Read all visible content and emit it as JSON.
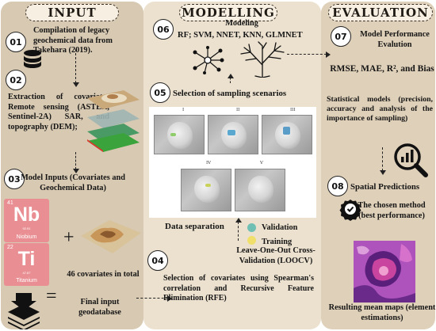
{
  "colors": {
    "input_panel": "#d8c9b2",
    "modelling_panel": "#ece1cf",
    "evaluation_panel": "#dfd0b9",
    "niobium_tile": "#e98f93",
    "titanium_tile": "#e98f93",
    "validation_dot": "#6fbfb4",
    "training_dot": "#f0df6a"
  },
  "sections": {
    "input": "INPUT",
    "modelling": "MODELLING",
    "evaluation": "EVALUATION"
  },
  "steps": {
    "s01": {
      "num": "01",
      "text": "Compilation of legacy geochemical data from Takehara (2019)."
    },
    "s02": {
      "num": "02",
      "text": "Extraction of covariates Remote sensing (ASTER, Sentinel-2A) SAR, and topography (DEM);"
    },
    "s03": {
      "num": "03",
      "text": "Model Inputs (Covariates and Geochemical Data)"
    },
    "s04": {
      "num": "04",
      "text": "Selection of covariates using Spearman's correlation and Recursive Feature Elimination (RFE)"
    },
    "s05": {
      "num": "05",
      "text": "Selection of sampling scenarios"
    },
    "s06": {
      "num": "06",
      "title": "Modeling",
      "models": "RF; SVM, NNET, KNN, GLMNET"
    },
    "s07": {
      "num": "07",
      "text": "Model Performance Evalution"
    },
    "s08": {
      "num": "08",
      "text": "Spatial Predictions"
    }
  },
  "elements": {
    "nb": {
      "number": "41",
      "symbol": "Nb",
      "mass": "92.91",
      "name": "Niobium"
    },
    "ti": {
      "number": "22",
      "symbol": "Ti",
      "mass": "47.87",
      "name": "Titanium"
    }
  },
  "input_misc": {
    "plus": "+",
    "equals": "=",
    "covariates": "46 covariates in total",
    "final_db": "Final input geodatabase"
  },
  "scenarios": {
    "labels": [
      "I",
      "II",
      "III",
      "IV",
      "V"
    ],
    "data_separation": "Data separation",
    "validation": "Validation",
    "training": "Training",
    "loocv": "Leave-One-Out Cross-Validation (LOOCV)"
  },
  "evaluation": {
    "metrics": "RMSE, MAE, R², and Bias",
    "statistical": "Statistical models (precision, accuracy and analysis of the importance of sampling)",
    "chosen": "The chosen method (best performance)",
    "maps": "Resulting mean maps (element estimations)"
  }
}
